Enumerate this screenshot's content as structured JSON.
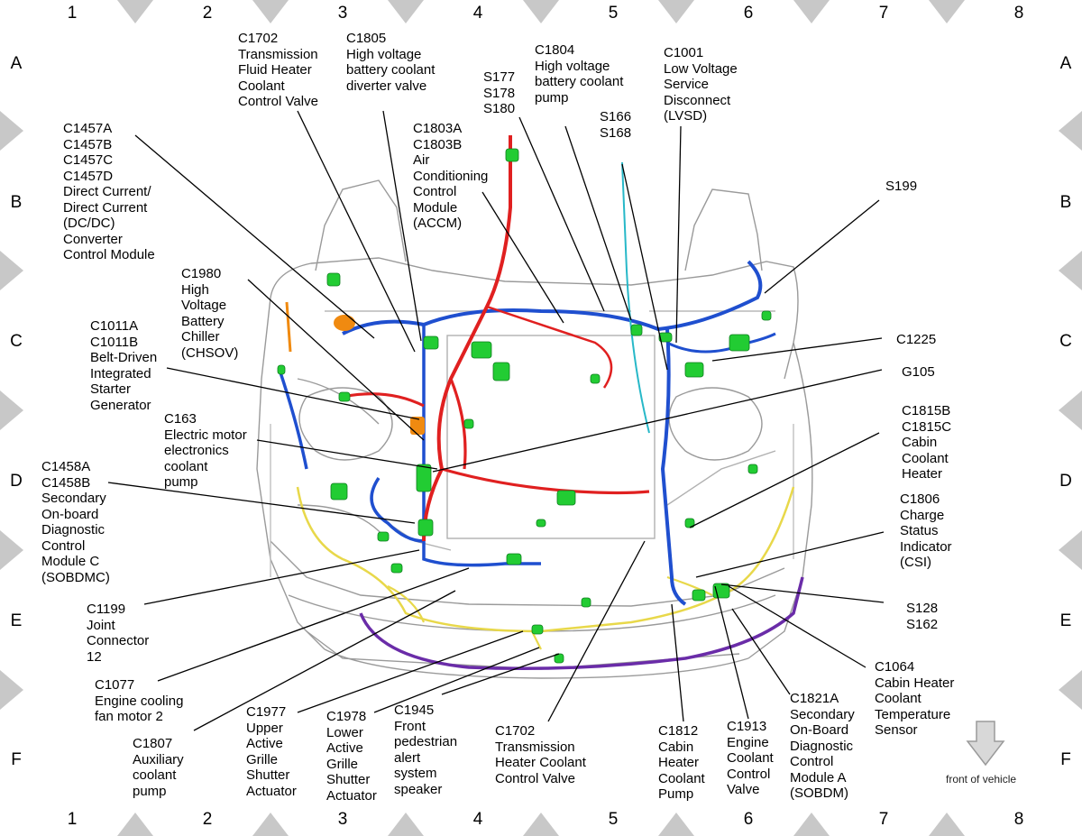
{
  "grid": {
    "columns": [
      "1",
      "2",
      "3",
      "4",
      "5",
      "6",
      "7",
      "8"
    ],
    "rows": [
      "A",
      "B",
      "C",
      "D",
      "E",
      "F"
    ]
  },
  "colors": {
    "border": "#c8c8c8",
    "hv_cable": "#e02020",
    "lv_harness": "#1f4fcf",
    "aux_harness": "#e8d84a",
    "purple_harness": "#6a2ca8",
    "cyan_line": "#27b8c8",
    "connector": "#22cc33",
    "body_line": "#9a9a9a"
  },
  "labels": {
    "c1702_valve": "C1702\nTransmission\nFluid Heater\nCoolant\nControl Valve",
    "c1805": "C1805\nHigh voltage\nbattery coolant\ndiverter valve",
    "s177": "S177\nS178\nS180",
    "c1804": "C1804\nHigh voltage\nbattery coolant\npump",
    "c1001": "C1001\nLow Voltage\nService\nDisconnect\n(LVSD)",
    "s166": "S166\nS168",
    "c1803": "C1803A\nC1803B\nAir\nConditioning\nControl\nModule\n(ACCM)",
    "c1457": "C1457A\nC1457B\nC1457C\nC1457D\nDirect Current/\nDirect Current\n(DC/DC)\nConverter\nControl Module",
    "s199": "S199",
    "c1980": "C1980\nHigh\nVoltage\nBattery\nChiller\n(CHSOV)",
    "c1225": "C1225",
    "c1011": "C1011A\nC1011B\nBelt-Driven\nIntegrated\nStarter\nGenerator",
    "g105": "G105",
    "c163": "C163\nElectric motor\nelectronics\ncoolant\npump",
    "c1815": "C1815B\nC1815C\nCabin\nCoolant\nHeater",
    "c1458": "C1458A\nC1458B\nSecondary\nOn-board\nDiagnostic\nControl\nModule C\n(SOBDMC)",
    "c1806": "C1806\nCharge\nStatus\nIndicator\n(CSI)",
    "c1199": "C1199\nJoint\nConnector\n12",
    "s128": "S128\nS162",
    "c1077": "C1077\nEngine cooling\nfan motor 2",
    "c1064": "C1064\nCabin Heater\nCoolant\nTemperature\nSensor",
    "c1807": "C1807\nAuxiliary\ncoolant\npump",
    "c1977": "C1977\nUpper\nActive\nGrille\nShutter\nActuator",
    "c1978": "C1978\nLower\nActive\nGrille\nShutter\nActuator",
    "c1945": "C1945\nFront\npedestrian\nalert\nsystem\nspeaker",
    "c1702_trans": "C1702\nTransmission\nHeater Coolant\nControl Valve",
    "c1812": "C1812\nCabin\nHeater\nCoolant\nPump",
    "c1913": "C1913\nEngine\nCoolant\nControl\nValve",
    "c1821": "C1821A\nSecondary\nOn-Board\nDiagnostic\nControl\nModule A\n(SOBDM)",
    "front_of_vehicle": "front of vehicle"
  }
}
